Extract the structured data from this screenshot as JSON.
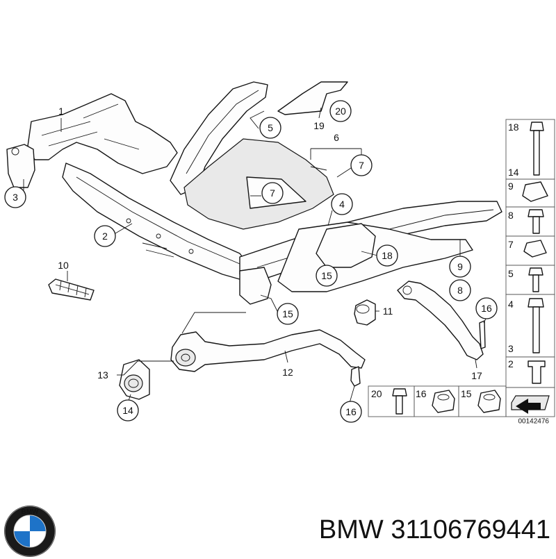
{
  "callouts": {
    "c1": "1",
    "c2": "2",
    "c3": "3",
    "c4": "4",
    "c5": "5",
    "c6": "6",
    "c7a": "7",
    "c7b": "7",
    "c8": "8",
    "c9": "9",
    "c10": "10",
    "c11": "11",
    "c12": "12",
    "c13": "13",
    "c14": "14",
    "c15a": "15",
    "c15b": "15",
    "c16a": "16",
    "c16b": "16",
    "c17": "17",
    "c18": "18",
    "c19": "19",
    "c20": "20"
  },
  "side_panel": {
    "items": [
      "18",
      "14",
      "9",
      "8",
      "7",
      "5",
      "4",
      "3",
      "2"
    ]
  },
  "bottom_panel": {
    "items": [
      "20",
      "16",
      "15"
    ]
  },
  "reference_number": "00142476",
  "caption": "BMW 31106769441",
  "brand_logo_letters": "BMW",
  "colors": {
    "logo_blue": "#1e73c8",
    "logo_ring": "#1a1a1a"
  }
}
